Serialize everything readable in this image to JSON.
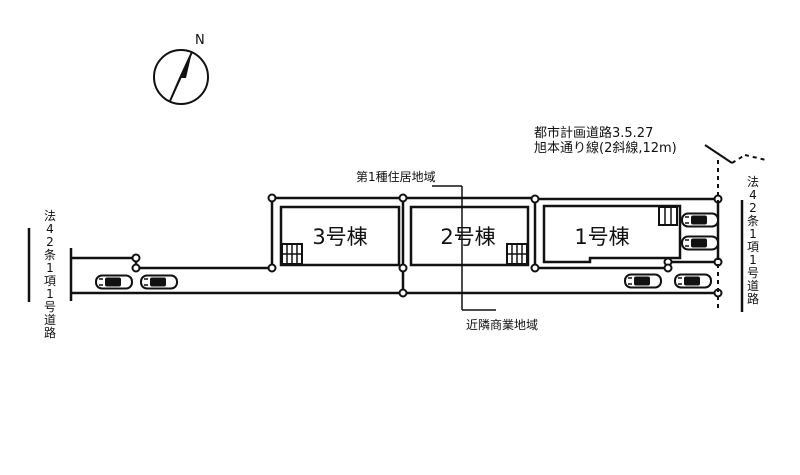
{
  "compass": {
    "label": "N"
  },
  "buildings": [
    {
      "label": "3号棟"
    },
    {
      "label": "2号棟"
    },
    {
      "label": "1号棟"
    }
  ],
  "zones": {
    "upper": "第1種住居地域",
    "lower": "近隣商業地域"
  },
  "planned_road": {
    "line1": "都市計画道路3.5.27",
    "line2": "旭本通り線(2斜線,12m)"
  },
  "roads": {
    "left": "法42条1項1号道路",
    "right": "法42条1項1号道路"
  }
}
